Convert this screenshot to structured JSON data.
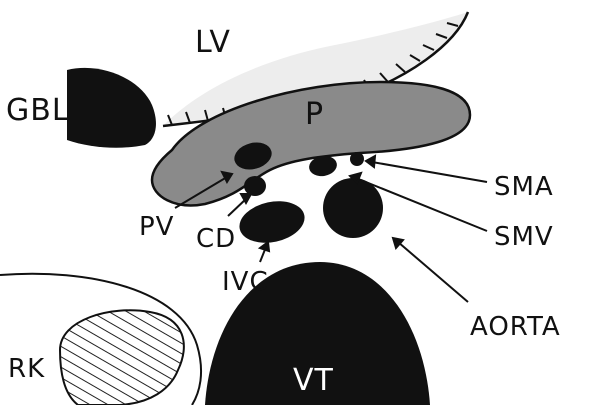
{
  "labels": {
    "lv": "LV",
    "gbl": "GBL",
    "p": "P",
    "pv": "PV",
    "cd": "CD",
    "ivc": "IVC",
    "sma": "SMA",
    "smv": "SMV",
    "aorta": "AORTA",
    "rk": "RK",
    "vt": "VT"
  },
  "colors": {
    "ink": "#111111",
    "pancreas": "#8a8a8a",
    "liver": "#ededed",
    "background": "#ffffff"
  }
}
